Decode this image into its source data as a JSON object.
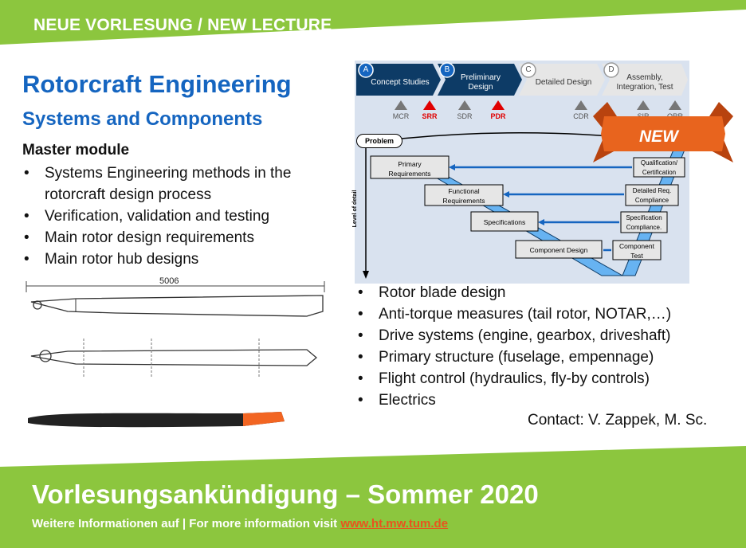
{
  "banner": {
    "label": "NEUE VORLESUNG / NEW LECTURE"
  },
  "header": {
    "title": "Rotorcraft Engineering",
    "subtitle": "Systems and Components"
  },
  "module": {
    "label": "Master module",
    "items": [
      "Systems Engineering methods in the rotorcraft design process",
      "Verification, validation and testing",
      "Main rotor design requirements",
      "Main rotor hub designs"
    ]
  },
  "topics": [
    "Rotor blade design",
    "Anti-torque measures (tail rotor, NOTAR,…)",
    "Drive systems (engine, gearbox, driveshaft)",
    "Primary structure (fuselage, empennage)",
    "Flight control (hydraulics, fly-by controls)",
    "Electrics"
  ],
  "contact": "Contact: V. Zappek, M. Sc.",
  "badge": "NEW",
  "diagram": {
    "phases": [
      {
        "letter": "A",
        "label": "Concept Studies"
      },
      {
        "letter": "B",
        "label": "Preliminary Design"
      },
      {
        "letter": "C",
        "label": "Detailed Design"
      },
      {
        "letter": "D",
        "label": "Assembly, Integration, Test"
      }
    ],
    "reviews": [
      "MCR",
      "SRR",
      "SDR",
      "PDR",
      "CDR",
      "SIR",
      "ORR"
    ],
    "problem": "Problem",
    "axis": "Level of detail",
    "left_boxes": [
      "Primary Requirements",
      "Functional Requirements",
      "Specifications",
      "Component Design"
    ],
    "right_boxes": [
      "Qualification/ Certification",
      "Detailed Req. Compliance",
      "Specification Compliance.",
      "Component Test"
    ]
  },
  "drawing": {
    "dimension": "5006"
  },
  "footer": {
    "title": "Vorlesungsankündigung – Sommer 2020",
    "info": "Weitere Informationen auf | For more information visit",
    "link": "www.ht.mw.tum.de"
  },
  "colors": {
    "green": "#8cc63e",
    "blue": "#1565c0",
    "orange": "#e8541e",
    "navy": "#0d3b66"
  }
}
